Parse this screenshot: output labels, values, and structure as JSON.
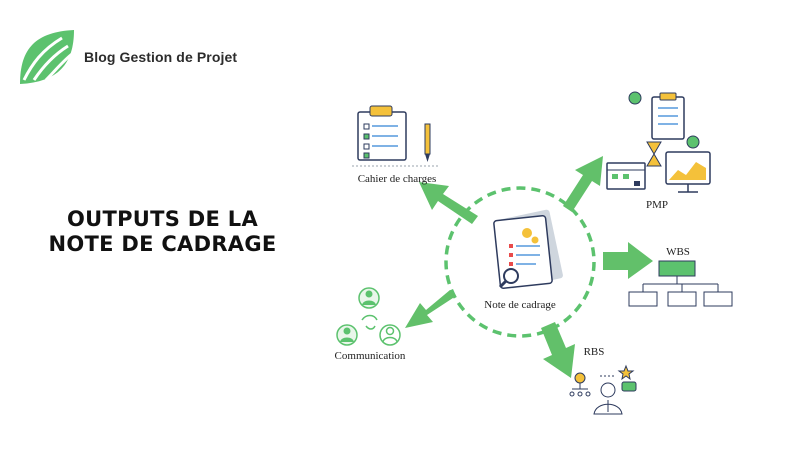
{
  "brand": {
    "name": "Blog Gestion de Projet",
    "logo_icon": "leaf-logo-icon"
  },
  "heading": {
    "line1": "OUTPUTS DE LA",
    "line2": "NOTE DE CADRAGE"
  },
  "center": {
    "label": "Note de cadrage",
    "icon": "clipboard-magnifier-icon"
  },
  "outputs": [
    {
      "label": "Cahier de charges",
      "icon": "clipboard-checklist-pen-icon"
    },
    {
      "label": "PMP",
      "icon": "planning-dashboard-icon"
    },
    {
      "label": "WBS",
      "icon": "tree-structure-icon"
    },
    {
      "label": "RBS",
      "icon": "resource-breakdown-person-icon"
    },
    {
      "label": "Communication",
      "icon": "people-cycle-icon"
    }
  ],
  "colors": {
    "accent": "#5cc26e",
    "arrow": "#62c06a",
    "dark": "#333333",
    "yellow": "#f4c13a"
  }
}
